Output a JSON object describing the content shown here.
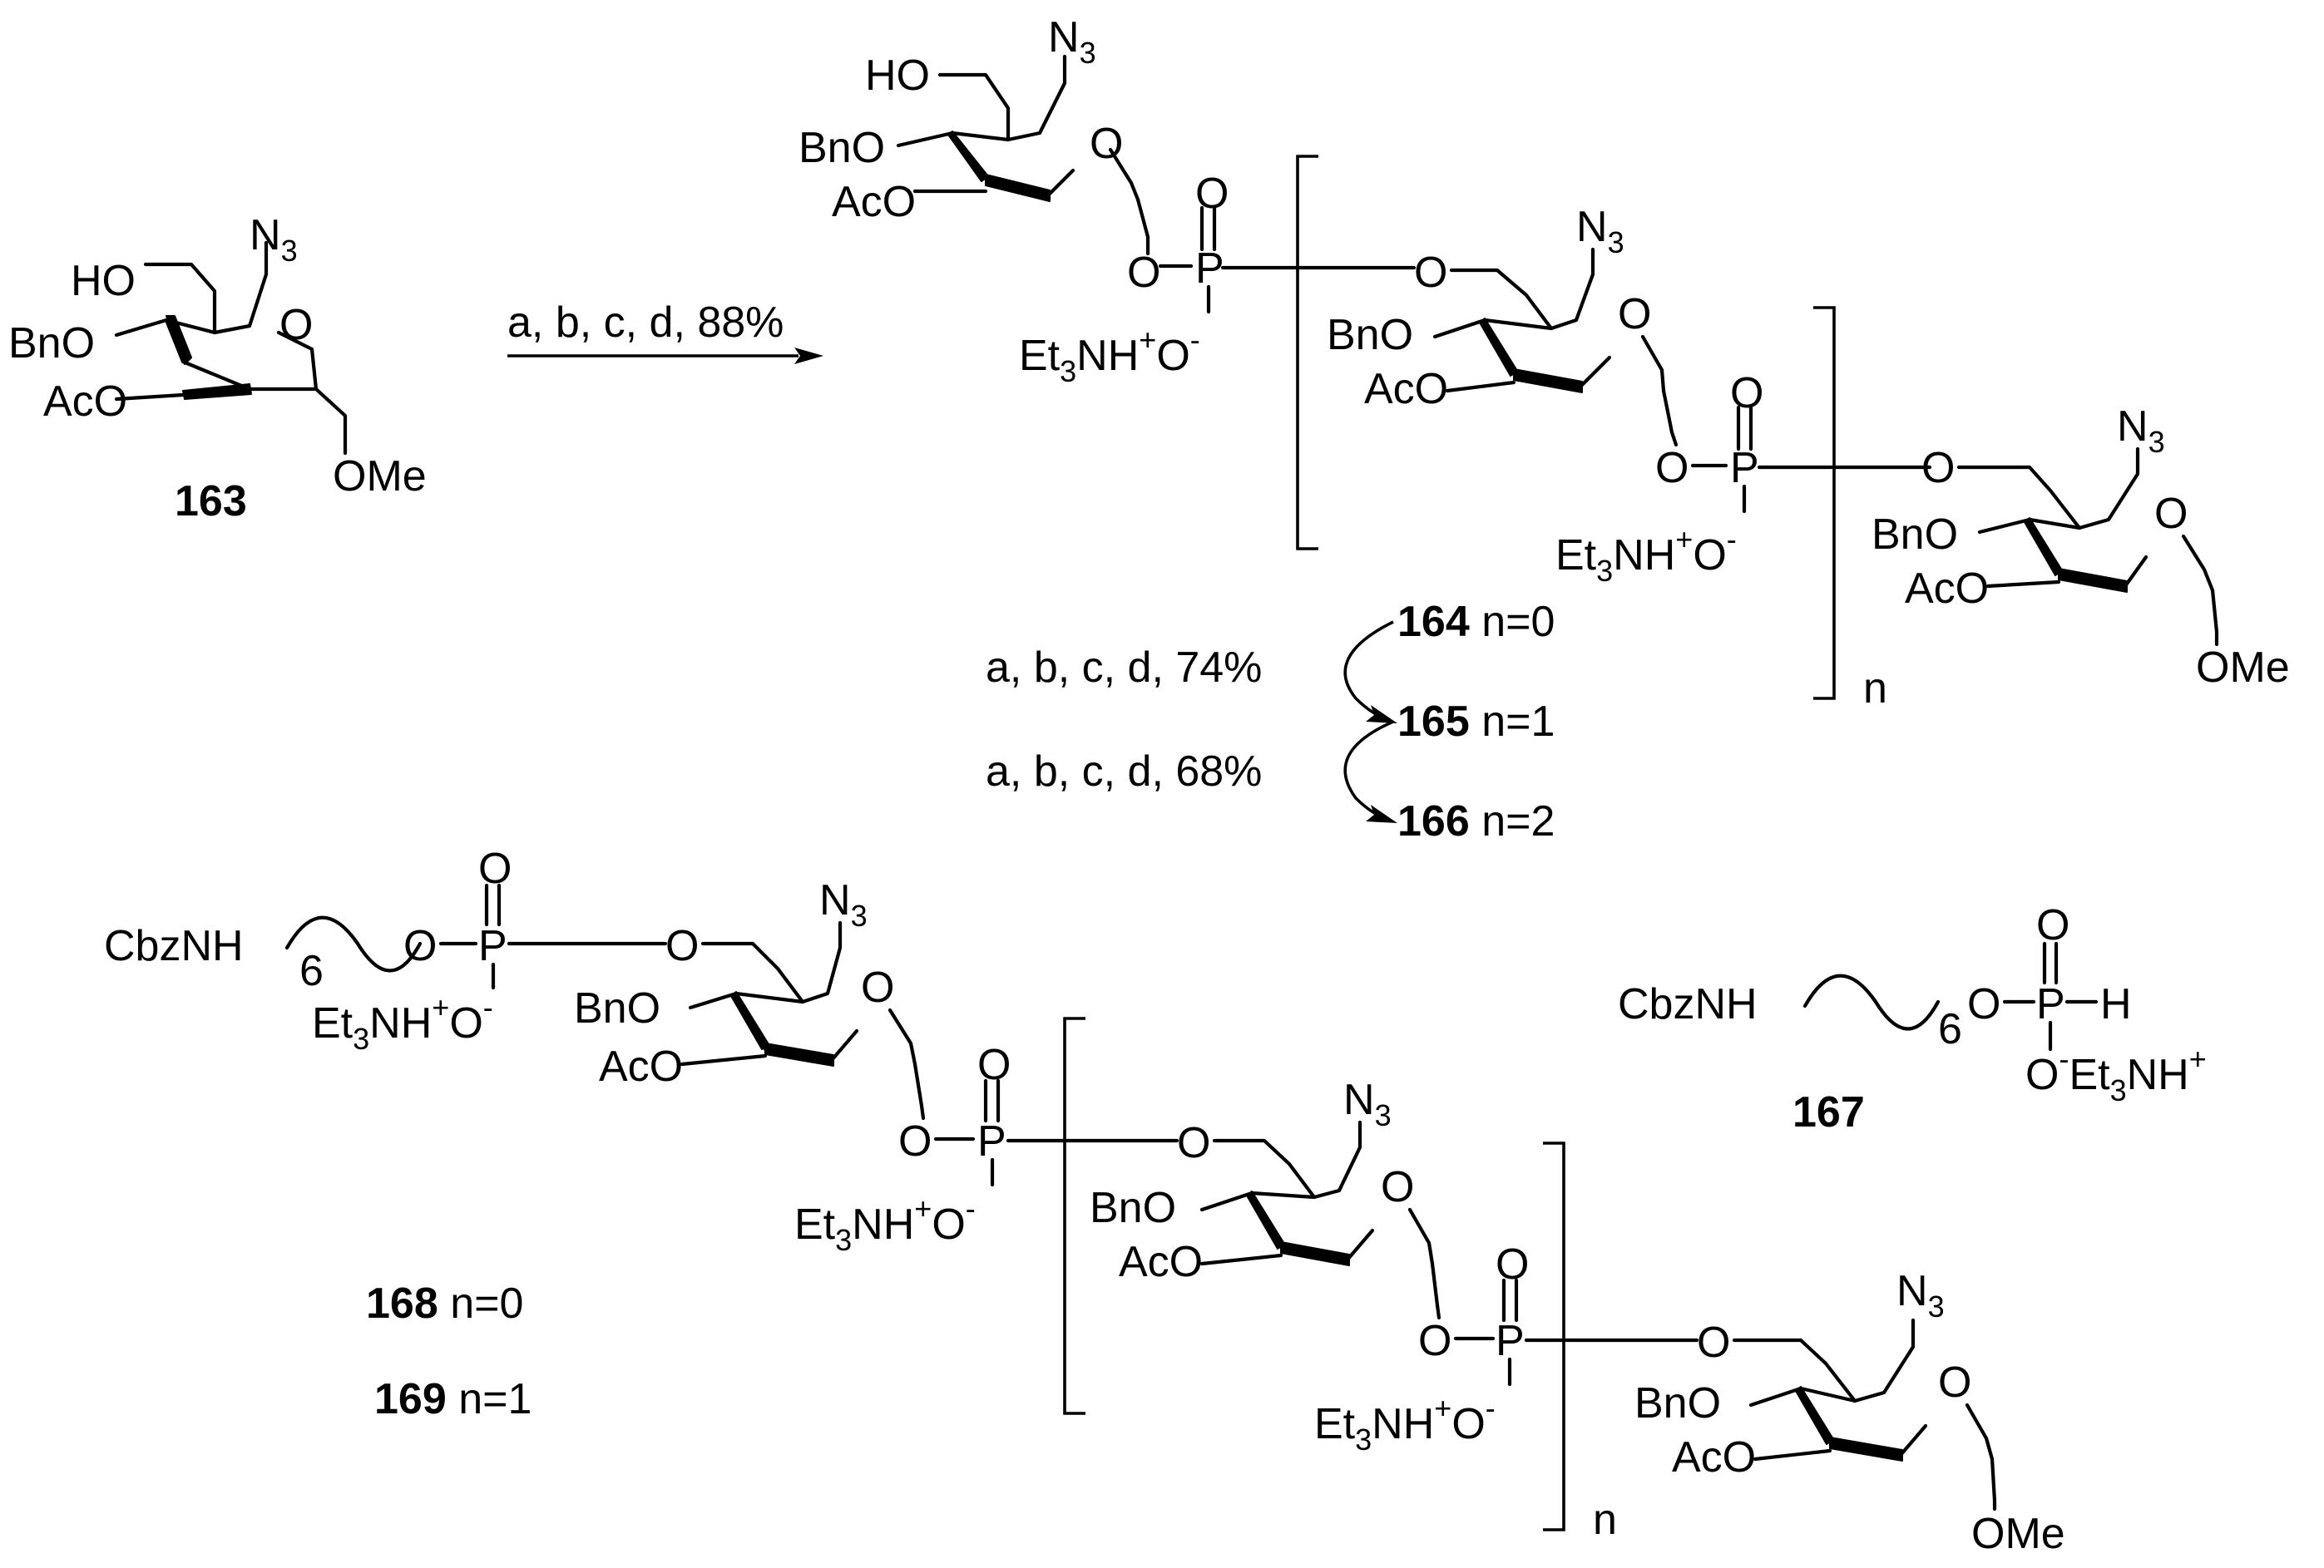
{
  "labels": {
    "n3": "N",
    "n3_sub": "3",
    "ho": "HO",
    "bno": "BnO",
    "aco": "AcO",
    "ome": "OMe",
    "o": "O",
    "p": "P",
    "h": "H",
    "et3nh_prefix": "Et",
    "et3nh_sub": "3",
    "et3nh_mid": "NH",
    "plus": "+",
    "o_minus_o": "O",
    "minus": "-",
    "cbznh": "CbzNH",
    "six": "6",
    "n": "n"
  },
  "compounds": {
    "c163": "163",
    "c164": "164",
    "c164_n": " n=0",
    "c165": "165",
    "c165_n": " n=1",
    "c166": "166",
    "c166_n": " n=2",
    "c167": "167",
    "c168": "168",
    "c168_n": " n=0",
    "c169": "169",
    "c169_n": " n=1"
  },
  "conditions": {
    "step1": "a, b, c, d, 88%",
    "step2": "a, b, c, d, 74%",
    "step3": "a, b, c, d, 68%"
  }
}
